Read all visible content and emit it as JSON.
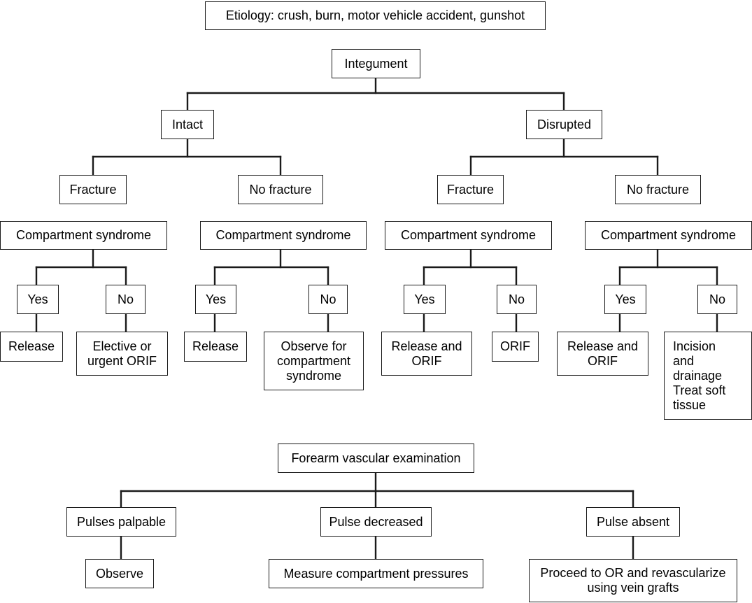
{
  "diagram": {
    "etiology": "Etiology: crush, burn, motor vehicle accident, gunshot",
    "integument": "Integument",
    "intact": {
      "label": "Intact",
      "fracture": {
        "label": "Fracture",
        "compartment": "Compartment syndrome",
        "yes": "Yes",
        "no": "No",
        "yes_action": "Release",
        "no_action": "Elective or\nurgent ORIF"
      },
      "no_fracture": {
        "label": "No fracture",
        "compartment": "Compartment syndrome",
        "yes": "Yes",
        "no": "No",
        "yes_action": "Release",
        "no_action": "Observe for\ncompartment\nsyndrome"
      }
    },
    "disrupted": {
      "label": "Disrupted",
      "fracture": {
        "label": "Fracture",
        "compartment": "Compartment syndrome",
        "yes": "Yes",
        "no": "No",
        "yes_action": "Release and\nORIF",
        "no_action": "ORIF"
      },
      "no_fracture": {
        "label": "No fracture",
        "compartment": "Compartment syndrome",
        "yes": "Yes",
        "no": "No",
        "yes_action": "Release and\nORIF",
        "no_action": "Incision\n    and\n    drainage\nTreat soft\n    tissue"
      }
    },
    "vascular": {
      "label": "Forearm vascular examination",
      "palpable": "Pulses palpable",
      "decreased": "Pulse decreased",
      "absent": "Pulse absent",
      "palpable_action": "Observe",
      "decreased_action": "Measure compartment pressures",
      "absent_action": "Proceed to OR and revascularize\nusing vein grafts"
    }
  }
}
